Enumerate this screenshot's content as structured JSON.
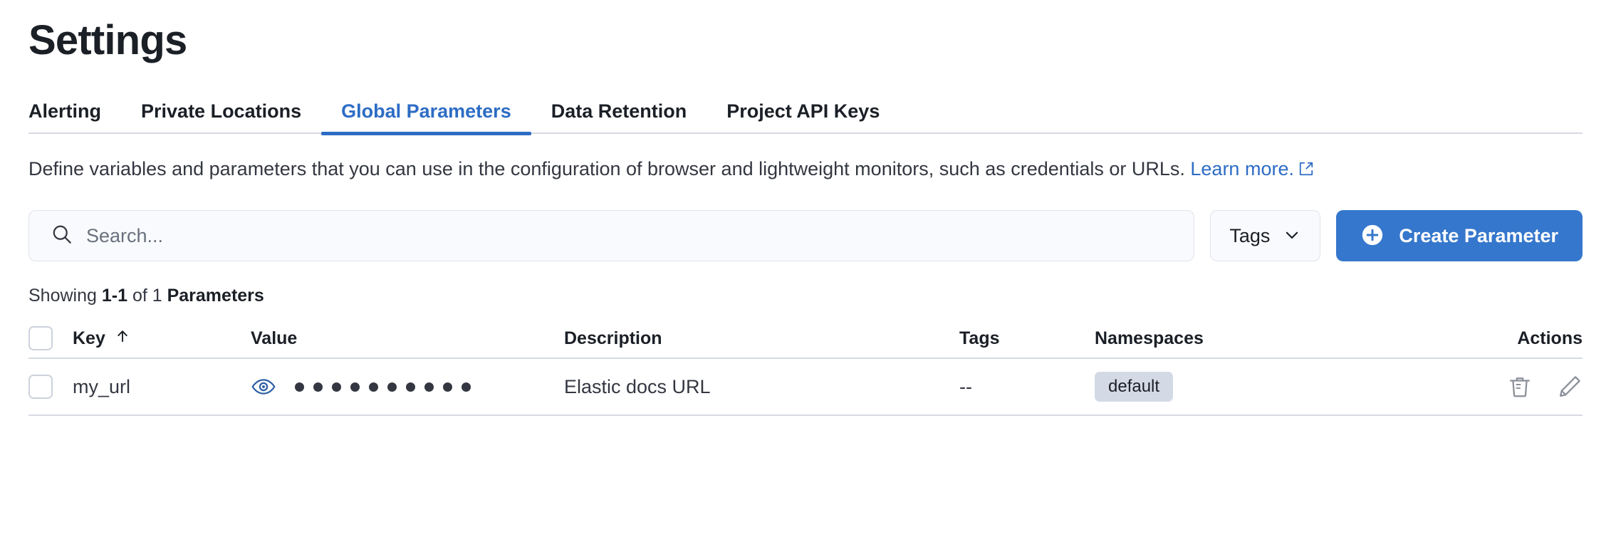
{
  "header": {
    "title": "Settings"
  },
  "tabs": [
    {
      "label": "Alerting",
      "active": false
    },
    {
      "label": "Private Locations",
      "active": false
    },
    {
      "label": "Global Parameters",
      "active": true
    },
    {
      "label": "Data Retention",
      "active": false
    },
    {
      "label": "Project API Keys",
      "active": false
    }
  ],
  "description": {
    "text": "Define variables and parameters that you can use in the configuration of browser and lightweight monitors, such as credentials or URLs.",
    "link_label": "Learn more.",
    "link_icon": "external-link-icon"
  },
  "controls": {
    "search": {
      "placeholder": "Search...",
      "value": "",
      "icon": "search-icon"
    },
    "tags_filter": {
      "label": "Tags",
      "icon": "chevron-down-icon"
    },
    "create_button": {
      "label": "Create Parameter",
      "icon": "plus-circle-icon"
    }
  },
  "results_summary": {
    "prefix": "Showing ",
    "range": "1-1",
    "middle": " of 1 ",
    "entity": "Parameters"
  },
  "table": {
    "columns": [
      {
        "key": "select",
        "label": "",
        "sorted": false
      },
      {
        "key": "key",
        "label": "Key",
        "sorted": true,
        "sort_icon": "arrow-up-icon"
      },
      {
        "key": "value",
        "label": "Value",
        "sorted": false
      },
      {
        "key": "description",
        "label": "Description",
        "sorted": false
      },
      {
        "key": "tags",
        "label": "Tags",
        "sorted": false
      },
      {
        "key": "namespaces",
        "label": "Namespaces",
        "sorted": false
      },
      {
        "key": "actions",
        "label": "Actions",
        "sorted": false
      }
    ],
    "rows": [
      {
        "key": "my_url",
        "value_masked": "••••••••••",
        "value_dot_count": 10,
        "value_reveal_icon": "eye-icon",
        "description": "Elastic docs URL",
        "tags": "--",
        "namespaces": [
          "default"
        ],
        "actions": [
          {
            "name": "delete-icon",
            "label": "Delete"
          },
          {
            "name": "edit-pencil-icon",
            "label": "Edit"
          }
        ]
      }
    ]
  },
  "colors": {
    "accent": "#2d6cc4",
    "primary_button": "#3577cc",
    "text": "#343741",
    "heading": "#1b1f26",
    "border": "#d6dae3",
    "badge_bg": "#d3dae6",
    "input_bg": "#f9fafd",
    "icon_muted": "#8a8f99"
  }
}
